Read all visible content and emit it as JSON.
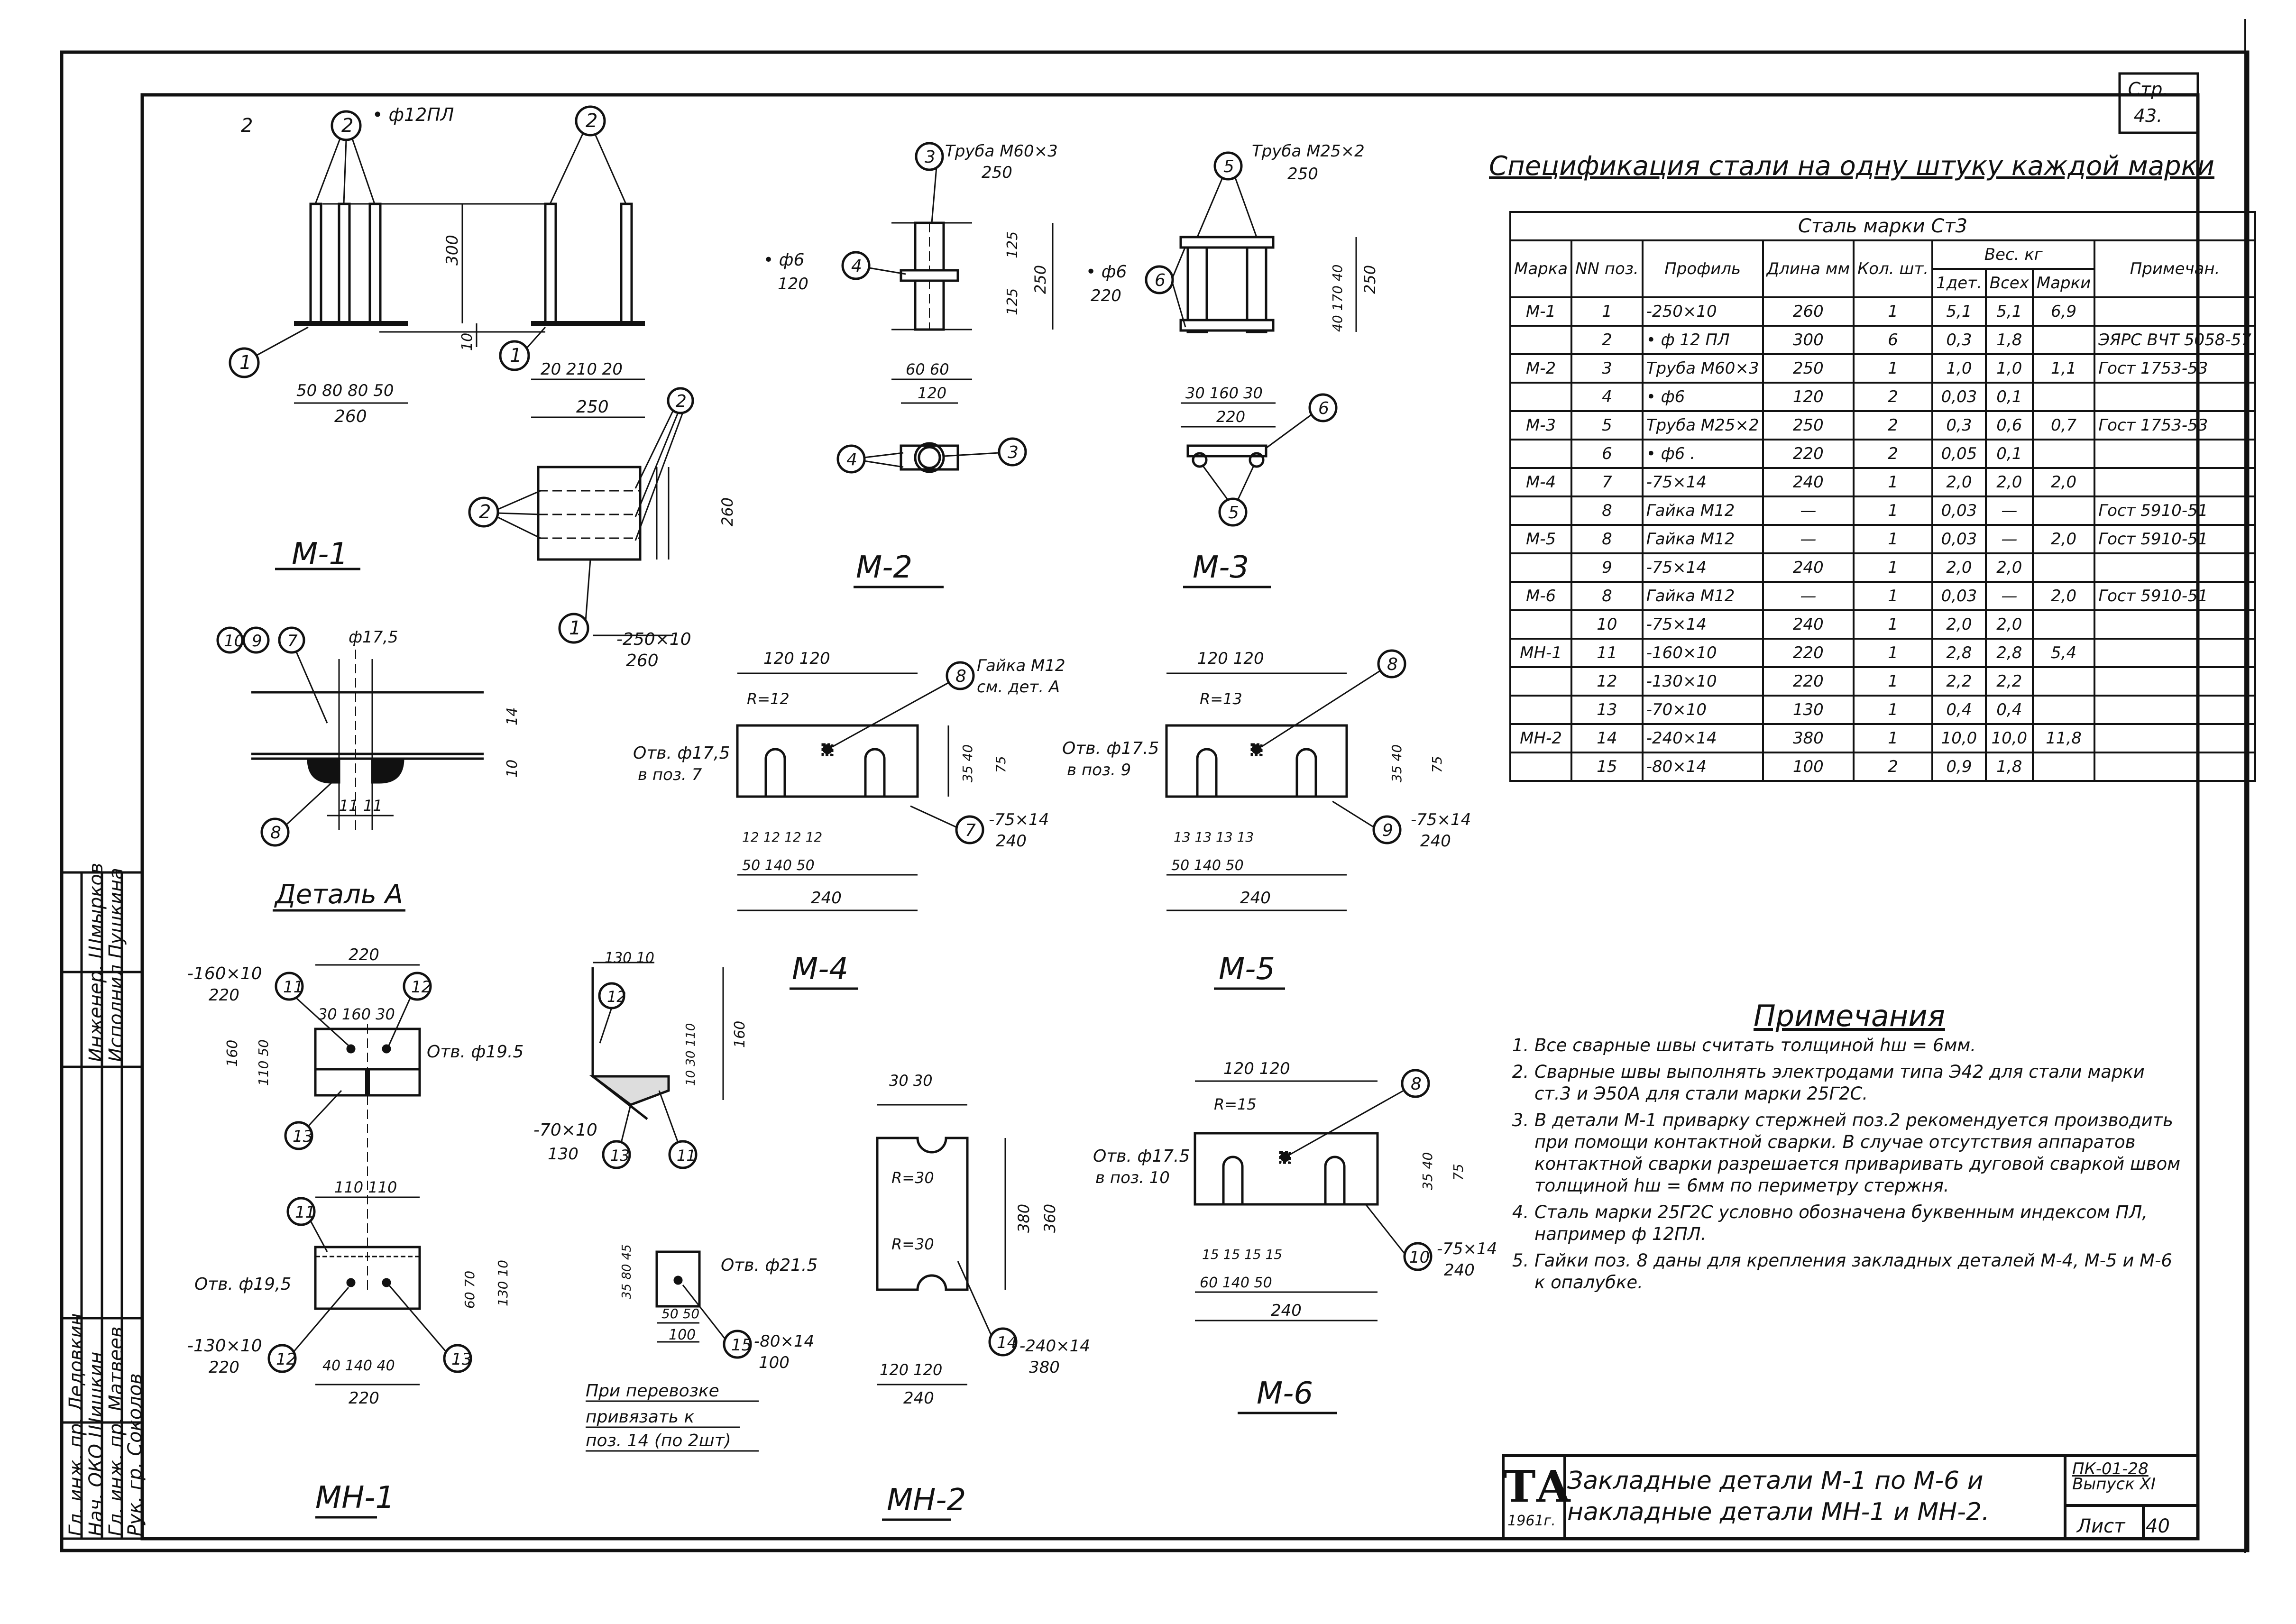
{
  "page": {
    "sheet_label": "Стр.",
    "sheet_num": "43."
  },
  "spec": {
    "title": "Спецификация стали на одну штуку каждой марки",
    "steel_header": "Сталь марки Ст3",
    "headers": {
      "mark": "Марка",
      "pos": "NN поз.",
      "profile": "Профиль",
      "length": "Длина мм",
      "qty": "Кол. шт.",
      "weight": "Вес. кг",
      "w_det": "1дет.",
      "w_all": "Всех",
      "w_mark": "Марки",
      "note": "Примечан."
    },
    "rows": [
      {
        "mark": "М-1",
        "pos": "1",
        "profile": "-250×10",
        "length": "260",
        "qty": "1",
        "w_det": "5,1",
        "w_all": "5,1",
        "w_mark": "6,9",
        "note": ""
      },
      {
        "mark": "",
        "pos": "2",
        "profile": "• ф 12 ПЛ",
        "length": "300",
        "qty": "6",
        "w_det": "0,3",
        "w_all": "1,8",
        "w_mark": "",
        "note": "ЭЯРС ВЧТ 5058-57"
      },
      {
        "mark": "М-2",
        "pos": "3",
        "profile": "Труба М60×3",
        "length": "250",
        "qty": "1",
        "w_det": "1,0",
        "w_all": "1,0",
        "w_mark": "1,1",
        "note": "Гост 1753-53"
      },
      {
        "mark": "",
        "pos": "4",
        "profile": "• ф6",
        "length": "120",
        "qty": "2",
        "w_det": "0,03",
        "w_all": "0,1",
        "w_mark": "",
        "note": ""
      },
      {
        "mark": "М-3",
        "pos": "5",
        "profile": "Труба М25×2",
        "length": "250",
        "qty": "2",
        "w_det": "0,3",
        "w_all": "0,6",
        "w_mark": "0,7",
        "note": "Гост 1753-53"
      },
      {
        "mark": "",
        "pos": "6",
        "profile": "• ф6 .",
        "length": "220",
        "qty": "2",
        "w_det": "0,05",
        "w_all": "0,1",
        "w_mark": "",
        "note": ""
      },
      {
        "mark": "М-4",
        "pos": "7",
        "profile": "-75×14",
        "length": "240",
        "qty": "1",
        "w_det": "2,0",
        "w_all": "2,0",
        "w_mark": "2,0",
        "note": ""
      },
      {
        "mark": "",
        "pos": "8",
        "profile": "Гайка М12",
        "length": "—",
        "qty": "1",
        "w_det": "0,03",
        "w_all": "—",
        "w_mark": "",
        "note": "Гост 5910-51"
      },
      {
        "mark": "М-5",
        "pos": "8",
        "profile": "Гайка М12",
        "length": "—",
        "qty": "1",
        "w_det": "0,03",
        "w_all": "—",
        "w_mark": "2,0",
        "note": "Гост 5910-51"
      },
      {
        "mark": "",
        "pos": "9",
        "profile": "-75×14",
        "length": "240",
        "qty": "1",
        "w_det": "2,0",
        "w_all": "2,0",
        "w_mark": "",
        "note": ""
      },
      {
        "mark": "М-6",
        "pos": "8",
        "profile": "Гайка М12",
        "length": "—",
        "qty": "1",
        "w_det": "0,03",
        "w_all": "—",
        "w_mark": "2,0",
        "note": "Гост 5910-51"
      },
      {
        "mark": "",
        "pos": "10",
        "profile": "-75×14",
        "length": "240",
        "qty": "1",
        "w_det": "2,0",
        "w_all": "2,0",
        "w_mark": "",
        "note": ""
      },
      {
        "mark": "МН-1",
        "pos": "11",
        "profile": "-160×10",
        "length": "220",
        "qty": "1",
        "w_det": "2,8",
        "w_all": "2,8",
        "w_mark": "5,4",
        "note": ""
      },
      {
        "mark": "",
        "pos": "12",
        "profile": "-130×10",
        "length": "220",
        "qty": "1",
        "w_det": "2,2",
        "w_all": "2,2",
        "w_mark": "",
        "note": ""
      },
      {
        "mark": "",
        "pos": "13",
        "profile": "-70×10",
        "length": "130",
        "qty": "1",
        "w_det": "0,4",
        "w_all": "0,4",
        "w_mark": "",
        "note": ""
      },
      {
        "mark": "МН-2",
        "pos": "14",
        "profile": "-240×14",
        "length": "380",
        "qty": "1",
        "w_det": "10,0",
        "w_all": "10,0",
        "w_mark": "11,8",
        "note": ""
      },
      {
        "mark": "",
        "pos": "15",
        "profile": "-80×14",
        "length": "100",
        "qty": "2",
        "w_det": "0,9",
        "w_all": "1,8",
        "w_mark": "",
        "note": ""
      }
    ]
  },
  "notes": {
    "title": "Примечания",
    "items": [
      "Все сварные швы считать толщиной hш = 6мм.",
      "Сварные швы выполнять электродами типа Э42 для стали марки ст.3 и Э50А для стали марки 25Г2С.",
      "В детали М-1 приварку стержней поз.2 рекомендуется производить при помощи контактной сварки. В случае отсутствия аппаратов контактной сварки разрешается приваривать дуговой сваркой швом толщиной hш = 6мм по периметру стержня.",
      "Сталь марки 25Г2С условно обозначена буквенным индексом ПЛ, например ф 12ПЛ.",
      "Гайки поз. 8 даны для крепления закладных деталей М-4, М-5 и М-6 к опалубке."
    ]
  },
  "title_block": {
    "logo": "ТА",
    "year": "1961г.",
    "title_line1": "Закладные детали М-1 по М-6 и",
    "title_line2": "накладные детали МН-1 и МН-2.",
    "series_line1": "ПК-01-28",
    "series_line2": "Выпуск XI",
    "sheet_label": "Лист",
    "sheet_num": "40"
  },
  "side": {
    "engineer": "Инженер. Шмырков",
    "checked": "Исполнил Пушкина",
    "chief": "Гл. инж. пр. Ледовкин",
    "nach": "Нач. ОКО Шишкин",
    "gip": "Гл. инж. пр. Матвеев",
    "ruk": "Рук. гр. Соколов"
  },
  "drawings": {
    "m1": "М-1",
    "m2": "М-2",
    "m3": "М-3",
    "m4": "М-4",
    "m5": "М-5",
    "m6": "М-6",
    "mn1": "МН-1",
    "mn2": "МН-2",
    "detail_a": "Деталь А",
    "m1_rod": "• ф12ПЛ",
    "m1_plate": "-250×10",
    "m1_plate_len": "260",
    "m2_pipe": "Труба М60×3",
    "m2_pipe_len": "250",
    "m2_rod": "• ф6",
    "m2_rod_len": "120",
    "m3_pipe": "Труба М25×2",
    "m3_pipe_len": "250",
    "m3_rod": "• ф6",
    "m3_rod_len": "220",
    "m4_nut": "Гайка М12",
    "m4_nut2": "см. дет. А",
    "m4_hole": "Отв. ф17,5",
    "m4_hole2": "в поз. 7",
    "m4_plate": "-75×14",
    "m4_plate_len": "240",
    "m5_hole": "Отв. ф17.5",
    "m5_hole2": "в поз. 9",
    "m5_plate": "-75×14",
    "m5_plate_len": "240",
    "m6_hole": "Отв. ф17.5",
    "m6_hole2": "в поз. 10",
    "m6_plate": "-75×14",
    "m6_plate_len": "240",
    "mn1_p11": "-160×10",
    "mn1_p11_len": "220",
    "mn1_p12": "-130×10",
    "mn1_p12_len": "220",
    "mn1_p13": "-70×10",
    "mn1_p13_len": "130",
    "mn1_hole1": "Отв. ф19.5",
    "mn1_hole2": "Отв. ф19,5",
    "mn2_p14": "-240×14",
    "mn2_p14_len": "380",
    "mn2_p15": "-80×14",
    "mn2_p15_len": "100",
    "mn2_hole": "Отв. ф21.5",
    "mn2_note1": "При перевозке",
    "mn2_note2": "привязать к",
    "mn2_note3": "поз. 14 (по 2шт)",
    "detail_dia": "ф17,5"
  }
}
